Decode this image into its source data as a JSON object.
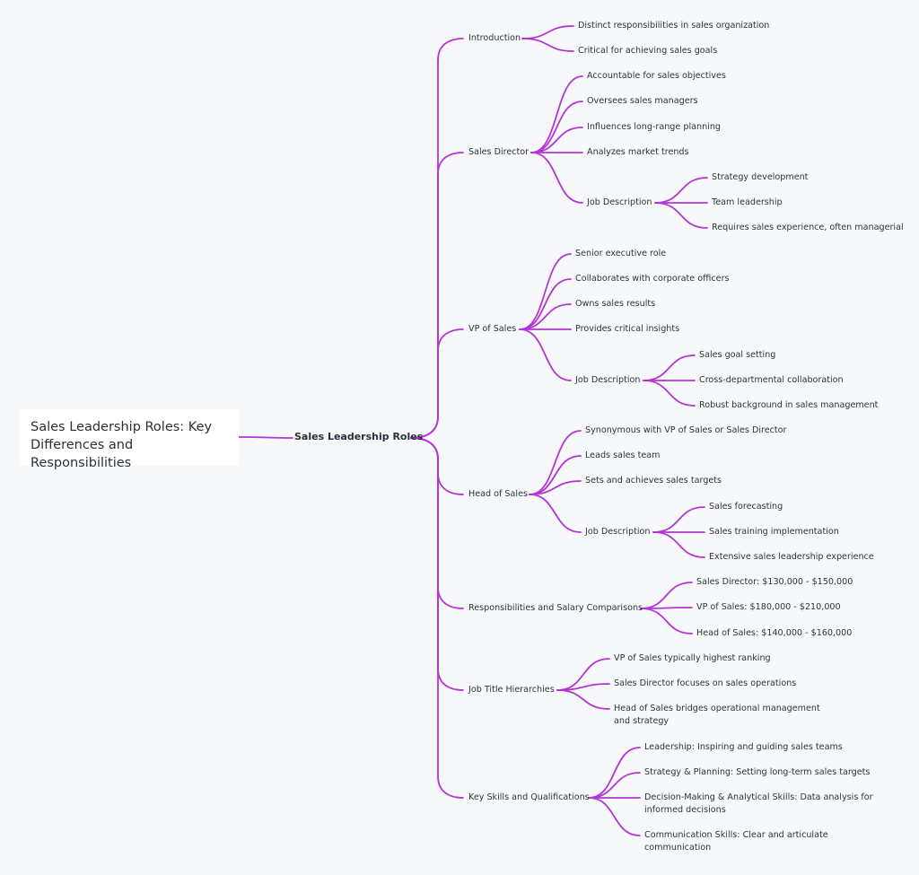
{
  "title": "Sales Leadership Roles: Key Differences and Responsibilities",
  "root": "Sales Leadership Roles",
  "edge_color": "#b534d6",
  "branches": [
    {
      "label": "Introduction",
      "children": [
        {
          "label": "Distinct responsibilities in sales organization"
        },
        {
          "label": "Critical for achieving sales goals"
        }
      ]
    },
    {
      "label": "Sales Director",
      "children": [
        {
          "label": "Accountable for sales objectives"
        },
        {
          "label": "Oversees sales managers"
        },
        {
          "label": "Influences long-range planning"
        },
        {
          "label": "Analyzes market trends"
        },
        {
          "label": "Job Description",
          "children": [
            {
              "label": "Strategy development"
            },
            {
              "label": "Team leadership"
            },
            {
              "label": "Requires sales experience, often managerial"
            }
          ]
        }
      ]
    },
    {
      "label": "VP of Sales",
      "children": [
        {
          "label": "Senior executive role"
        },
        {
          "label": "Collaborates with corporate officers"
        },
        {
          "label": "Owns sales results"
        },
        {
          "label": "Provides critical insights"
        },
        {
          "label": "Job Description",
          "children": [
            {
              "label": "Sales goal setting"
            },
            {
              "label": "Cross-departmental collaboration"
            },
            {
              "label": "Robust background in sales management"
            }
          ]
        }
      ]
    },
    {
      "label": "Head of Sales",
      "children": [
        {
          "label": "Synonymous with VP of Sales or Sales Director"
        },
        {
          "label": "Leads sales team"
        },
        {
          "label": "Sets and achieves sales targets"
        },
        {
          "label": "Job Description",
          "children": [
            {
              "label": "Sales forecasting"
            },
            {
              "label": "Sales training implementation"
            },
            {
              "label": "Extensive sales leadership experience"
            }
          ]
        }
      ]
    },
    {
      "label": "Responsibilities and Salary Comparisons",
      "children": [
        {
          "label": "Sales Director: $130,000 - $150,000"
        },
        {
          "label": "VP of Sales: $180,000 - $210,000"
        },
        {
          "label": "Head of Sales: $140,000 - $160,000"
        }
      ]
    },
    {
      "label": "Job Title Hierarchies",
      "children": [
        {
          "label": "VP of Sales typically highest ranking"
        },
        {
          "label": "Sales Director focuses on sales operations"
        },
        {
          "label": "Head of Sales bridges operational management and strategy"
        }
      ]
    },
    {
      "label": "Key Skills and Qualifications",
      "children": [
        {
          "label": "Leadership: Inspiring and guiding sales teams"
        },
        {
          "label": "Strategy & Planning: Setting long-term sales targets"
        },
        {
          "label": "Decision-Making & Analytical Skills: Data analysis for informed decisions"
        },
        {
          "label": "Communication Skills: Clear and articulate communication"
        }
      ]
    }
  ]
}
